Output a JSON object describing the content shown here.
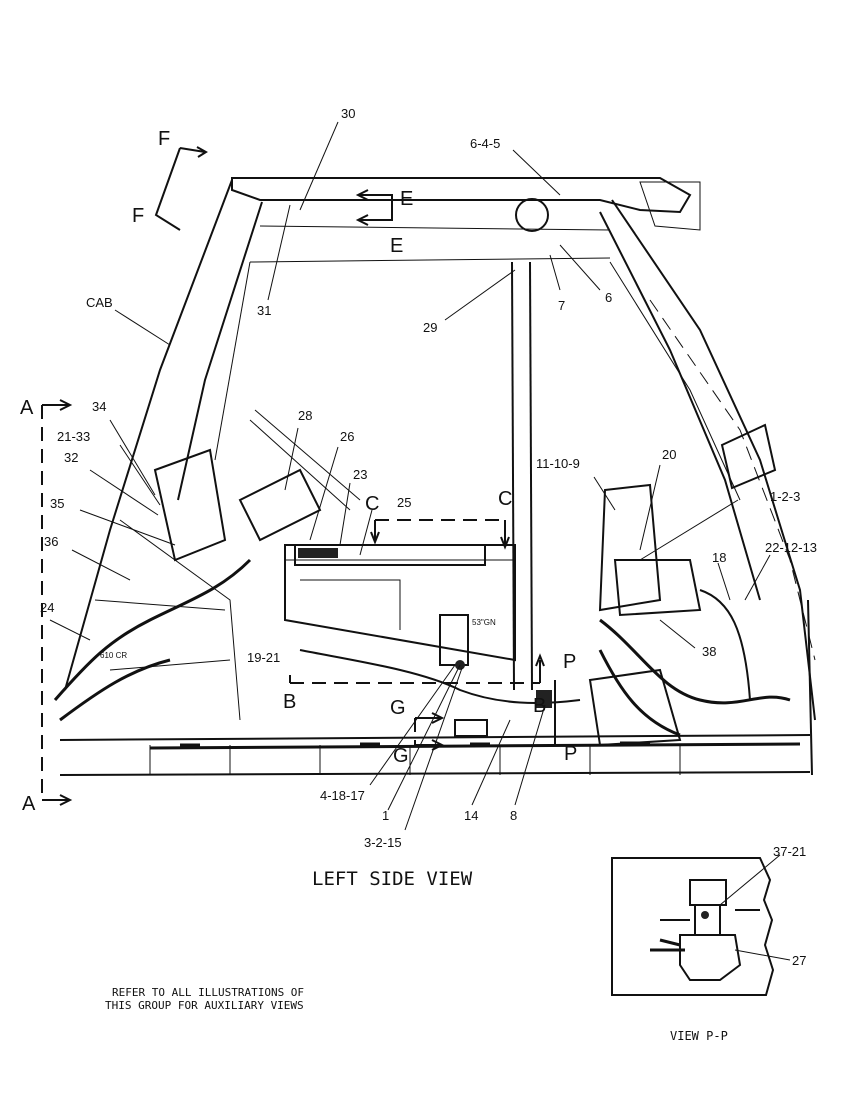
{
  "callouts": {
    "c30": "30",
    "c6_4_5": "6-4-5",
    "c7": "7",
    "c6": "6",
    "c31": "31",
    "c29": "29",
    "cab": "CAB",
    "c34": "34",
    "c28": "28",
    "c26": "26",
    "c21_33": "21-33",
    "c32": "32",
    "c23": "23",
    "c25": "25",
    "c35": "35",
    "c36": "36",
    "c24": "24",
    "c19_21": "19-21",
    "c11_10_9": "11-10-9",
    "c20": "20",
    "c1_2_3": "1-2-3",
    "c18": "18",
    "c22_12_13": "22-12-13",
    "c38": "38",
    "c4_18_17": "4-18-17",
    "c1": "1",
    "c3_2_15": "3-2-15",
    "c14": "14",
    "c8": "8",
    "c37_21": "37-21",
    "c27": "27"
  },
  "section_markers": {
    "A": "A",
    "B": "B",
    "C": "C",
    "E": "E",
    "F": "F",
    "G": "G",
    "P": "P"
  },
  "small_labels": {
    "gn53": "53\"GN",
    "or610": "610 CR"
  },
  "captions": {
    "main_view": "LEFT SIDE VIEW",
    "note_line1": "REFER TO ALL ILLUSTRATIONS OF",
    "note_line2": "THIS GROUP FOR AUXILIARY VIEWS",
    "inset_view": "VIEW P-P"
  }
}
